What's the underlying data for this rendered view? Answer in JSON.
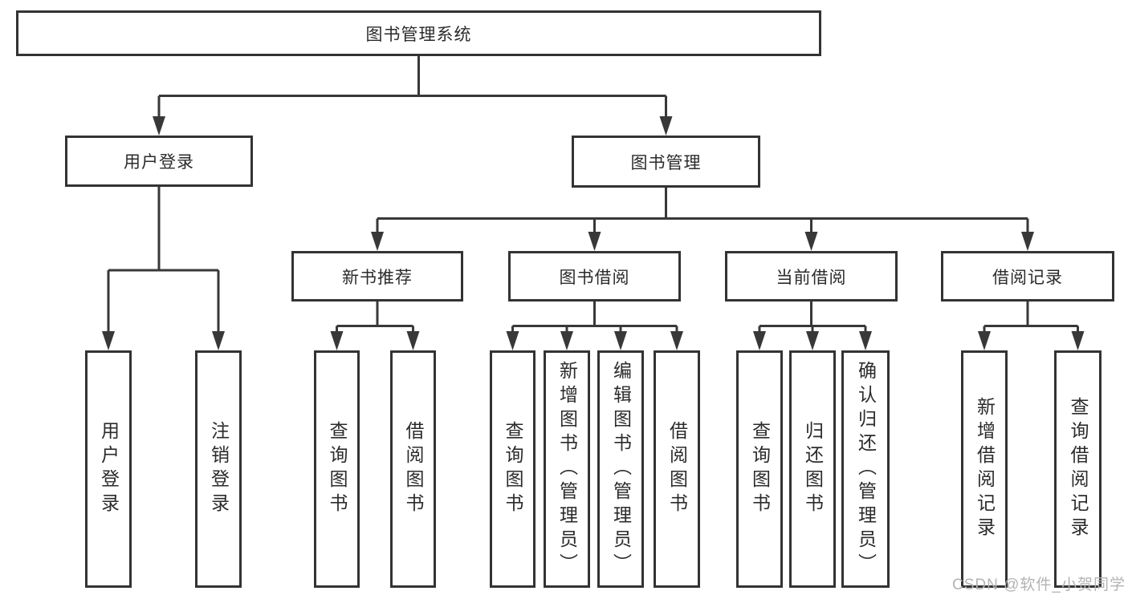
{
  "diagram": {
    "type": "hierarchy-tree",
    "title": "图书管理系统",
    "colors": {
      "background": "#ffffff",
      "box_border": "#333333",
      "line": "#383838",
      "text": "#2b2b2b",
      "watermark": "#b3b3b3"
    },
    "nodes": {
      "root": {
        "label": "图书管理系统"
      },
      "level2": [
        {
          "label": "用户登录",
          "children": [
            "用户登录",
            "注销登录"
          ]
        },
        {
          "label": "图书管理",
          "children": [
            "新书推荐",
            "图书借阅",
            "当前借阅",
            "借阅记录"
          ]
        }
      ],
      "level3": [
        {
          "label": "新书推荐",
          "children": [
            "查询图书",
            "借阅图书"
          ]
        },
        {
          "label": "图书借阅",
          "children": [
            "查询图书",
            "新增图书（管理员）",
            "编辑图书（管理员）",
            "借阅图书"
          ]
        },
        {
          "label": "当前借阅",
          "children": [
            "查询图书",
            "归还图书",
            "确认归还（管理员）"
          ]
        },
        {
          "label": "借阅记录",
          "children": [
            "新增借阅记录",
            "查询借阅记录"
          ]
        }
      ],
      "leaves": [
        {
          "label": "用户登录"
        },
        {
          "label": "注销登录"
        },
        {
          "label": "查询图书"
        },
        {
          "label": "借阅图书"
        },
        {
          "label": "查询图书"
        },
        {
          "label": "新增图书（管理员）"
        },
        {
          "label": "编辑图书（管理员）"
        },
        {
          "label": "借阅图书"
        },
        {
          "label": "查询图书"
        },
        {
          "label": "归还图书"
        },
        {
          "label": "确认归还（管理员）"
        },
        {
          "label": "新增借阅记录"
        },
        {
          "label": "查询借阅记录"
        }
      ]
    },
    "watermark": "CSDN @软件_小贺同学"
  }
}
